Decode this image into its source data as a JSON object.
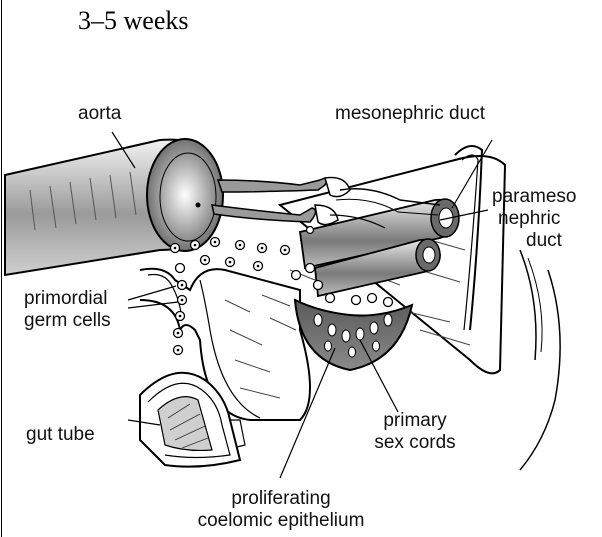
{
  "heading": "3–5 weeks",
  "labels": {
    "aorta": "aorta",
    "mesonephric_duct": "mesonephric duct",
    "paramesonephric_line1": "parameso",
    "paramesonephric_line2": "nephric",
    "paramesonephric_line3": "duct",
    "primordial_line1": "primordial",
    "primordial_line2": "germ cells",
    "gut_tube": "gut tube",
    "primary_line1": "primary",
    "primary_line2": "sex cords",
    "proliferating_line1": "proliferating",
    "proliferating_line2": "coelomic epithelium"
  }
}
